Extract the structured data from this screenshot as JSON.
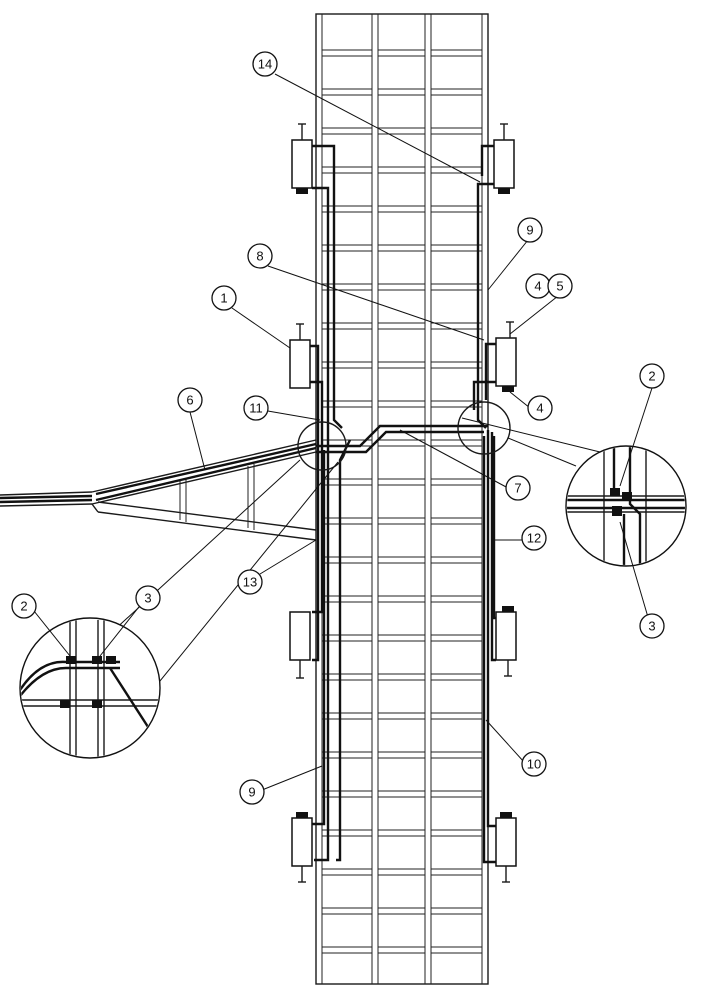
{
  "callouts": [
    {
      "id": "c1",
      "label": "1"
    },
    {
      "id": "c2a",
      "label": "2"
    },
    {
      "id": "c2b",
      "label": "2"
    },
    {
      "id": "c3a",
      "label": "3"
    },
    {
      "id": "c3b",
      "label": "3"
    },
    {
      "id": "c4a",
      "label": "4"
    },
    {
      "id": "c4b",
      "label": "4"
    },
    {
      "id": "c5",
      "label": "5"
    },
    {
      "id": "c6",
      "label": "6"
    },
    {
      "id": "c7",
      "label": "7"
    },
    {
      "id": "c8",
      "label": "8"
    },
    {
      "id": "c9a",
      "label": "9"
    },
    {
      "id": "c9b",
      "label": "9"
    },
    {
      "id": "c10",
      "label": "10"
    },
    {
      "id": "c11",
      "label": "11"
    },
    {
      "id": "c12",
      "label": "12"
    },
    {
      "id": "c13",
      "label": "13"
    },
    {
      "id": "c14",
      "label": "14"
    }
  ],
  "colors": {
    "line": "#111111",
    "background": "#ffffff"
  }
}
